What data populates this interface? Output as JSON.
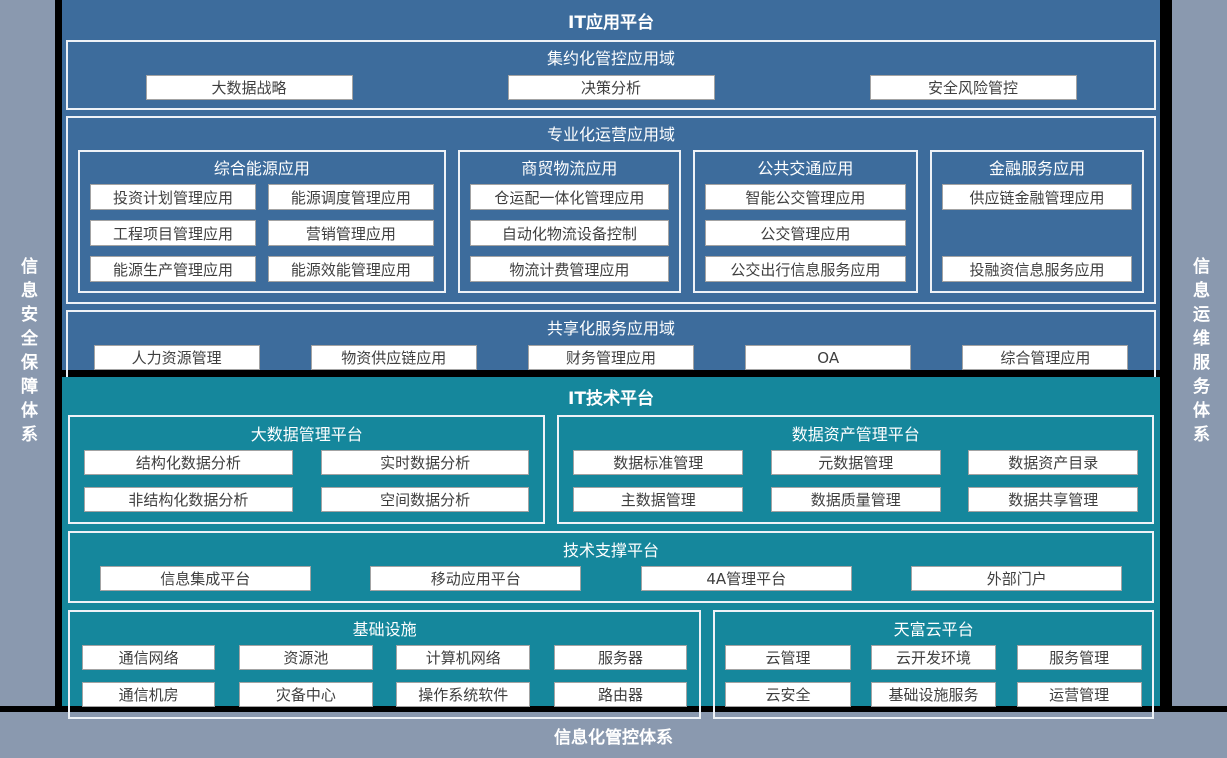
{
  "colors": {
    "app_panel_blue": "#3d6c9c",
    "tech_panel_teal": "#15879c",
    "frame_gray": "#8a99af",
    "background_black": "#000000",
    "chip_text": "#3f3f3f"
  },
  "frame": {
    "left_bar": "信息安全保障体系",
    "right_bar": "信息运维服务体系",
    "bottom_bar": "信息化管控体系"
  },
  "app_platform": {
    "title": "IT应用平台",
    "intensive": {
      "title": "集约化管控应用域",
      "items": [
        "大数据战略",
        "决策分析",
        "安全风险管控"
      ]
    },
    "professional": {
      "title": "专业化运营应用域",
      "groups": [
        {
          "title": "综合能源应用",
          "items": [
            "投资计划管理应用",
            "能源调度管理应用",
            "工程项目管理应用",
            "营销管理应用",
            "能源生产管理应用",
            "能源效能管理应用"
          ]
        },
        {
          "title": "商贸物流应用",
          "items": [
            "仓运配一体化管理应用",
            "自动化物流设备控制",
            "物流计费管理应用"
          ]
        },
        {
          "title": "公共交通应用",
          "items": [
            "智能公交管理应用",
            "公交管理应用",
            "公交出行信息服务应用"
          ]
        },
        {
          "title": "金融服务应用",
          "items": [
            "供应链金融管理应用",
            "投融资信息服务应用"
          ]
        }
      ]
    },
    "shared": {
      "title": "共享化服务应用域",
      "items": [
        "人力资源管理",
        "物资供应链应用",
        "财务管理应用",
        "OA",
        "综合管理应用"
      ]
    }
  },
  "tech_platform": {
    "title": "IT技术平台",
    "bigdata": {
      "title": "大数据管理平台",
      "items": [
        "结构化数据分析",
        "实时数据分析",
        "非结构化数据分析",
        "空间数据分析"
      ]
    },
    "data_asset": {
      "title": "数据资产管理平台",
      "items": [
        "数据标准管理",
        "元数据管理",
        "数据资产目录",
        "主数据管理",
        "数据质量管理",
        "数据共享管理"
      ]
    },
    "tech_support": {
      "title": "技术支撑平台",
      "items": [
        "信息集成平台",
        "移动应用平台",
        "4A管理平台",
        "外部门户"
      ]
    },
    "infrastructure": {
      "title": "基础设施",
      "items": [
        "通信网络",
        "资源池",
        "计算机网络",
        "服务器",
        "通信机房",
        "灾备中心",
        "操作系统软件",
        "路由器"
      ]
    },
    "cloud": {
      "title": "天富云平台",
      "items": [
        "云管理",
        "云开发环境",
        "服务管理",
        "云安全",
        "基础设施服务",
        "运营管理"
      ]
    }
  }
}
